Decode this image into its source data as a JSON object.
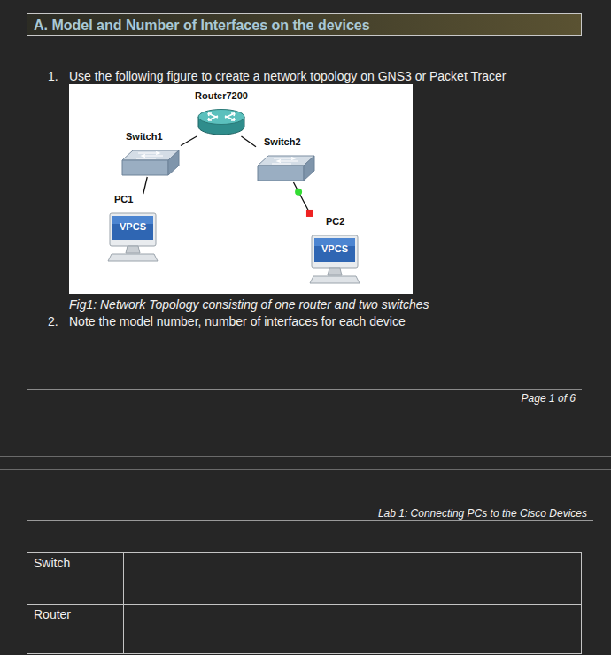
{
  "diagram": {
    "title": "A. Model and Number of Interfaces on the devices",
    "caption": "Fig1: Network Topology consisting of one router and two switches",
    "nodes": [
      {
        "text": [
          "Router7200"
        ]
      },
      {
        "text": [
          "Switch1"
        ]
      },
      {
        "text": [
          "Switch2"
        ]
      },
      {
        "text": [
          "PC1",
          "VPCS"
        ]
      },
      {
        "text": [
          "PC2",
          "VPCS"
        ]
      }
    ],
    "edges": [
      {
        "from": 0,
        "to": 1,
        "arrow": "none"
      },
      {
        "from": 0,
        "to": 2,
        "arrow": "none"
      },
      {
        "from": 1,
        "to": 3,
        "arrow": "none"
      },
      {
        "from": 2,
        "to": 4,
        "arrow": "none"
      }
    ],
    "labels": [
      "1.",
      "Use the following figure to create a network topology on GNS3 or Packet Tracer",
      "2.",
      "Note the model number, number of interfaces for each device",
      "Page 1 of 6",
      "Lab 1: Connecting PCs to the Cisco Devices",
      "Switch",
      "Router"
    ]
  }
}
